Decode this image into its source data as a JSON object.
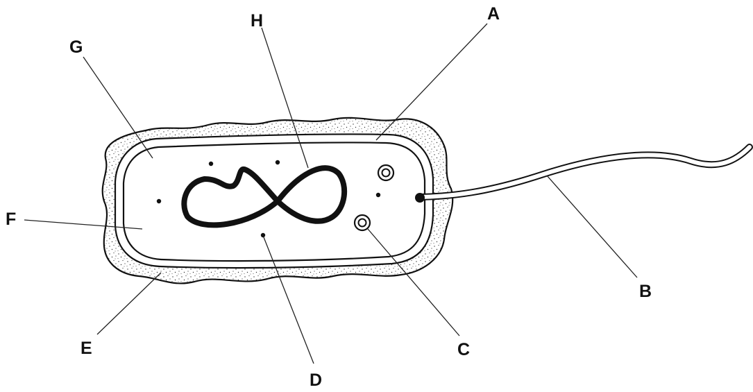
{
  "labels": {
    "A": "A",
    "B": "B",
    "C": "C",
    "D": "D",
    "E": "E",
    "F": "F",
    "G": "G",
    "H": "H"
  },
  "colors": {
    "ink": "#111111",
    "capsule_fill": "#ffffff",
    "background": "#ffffff"
  }
}
